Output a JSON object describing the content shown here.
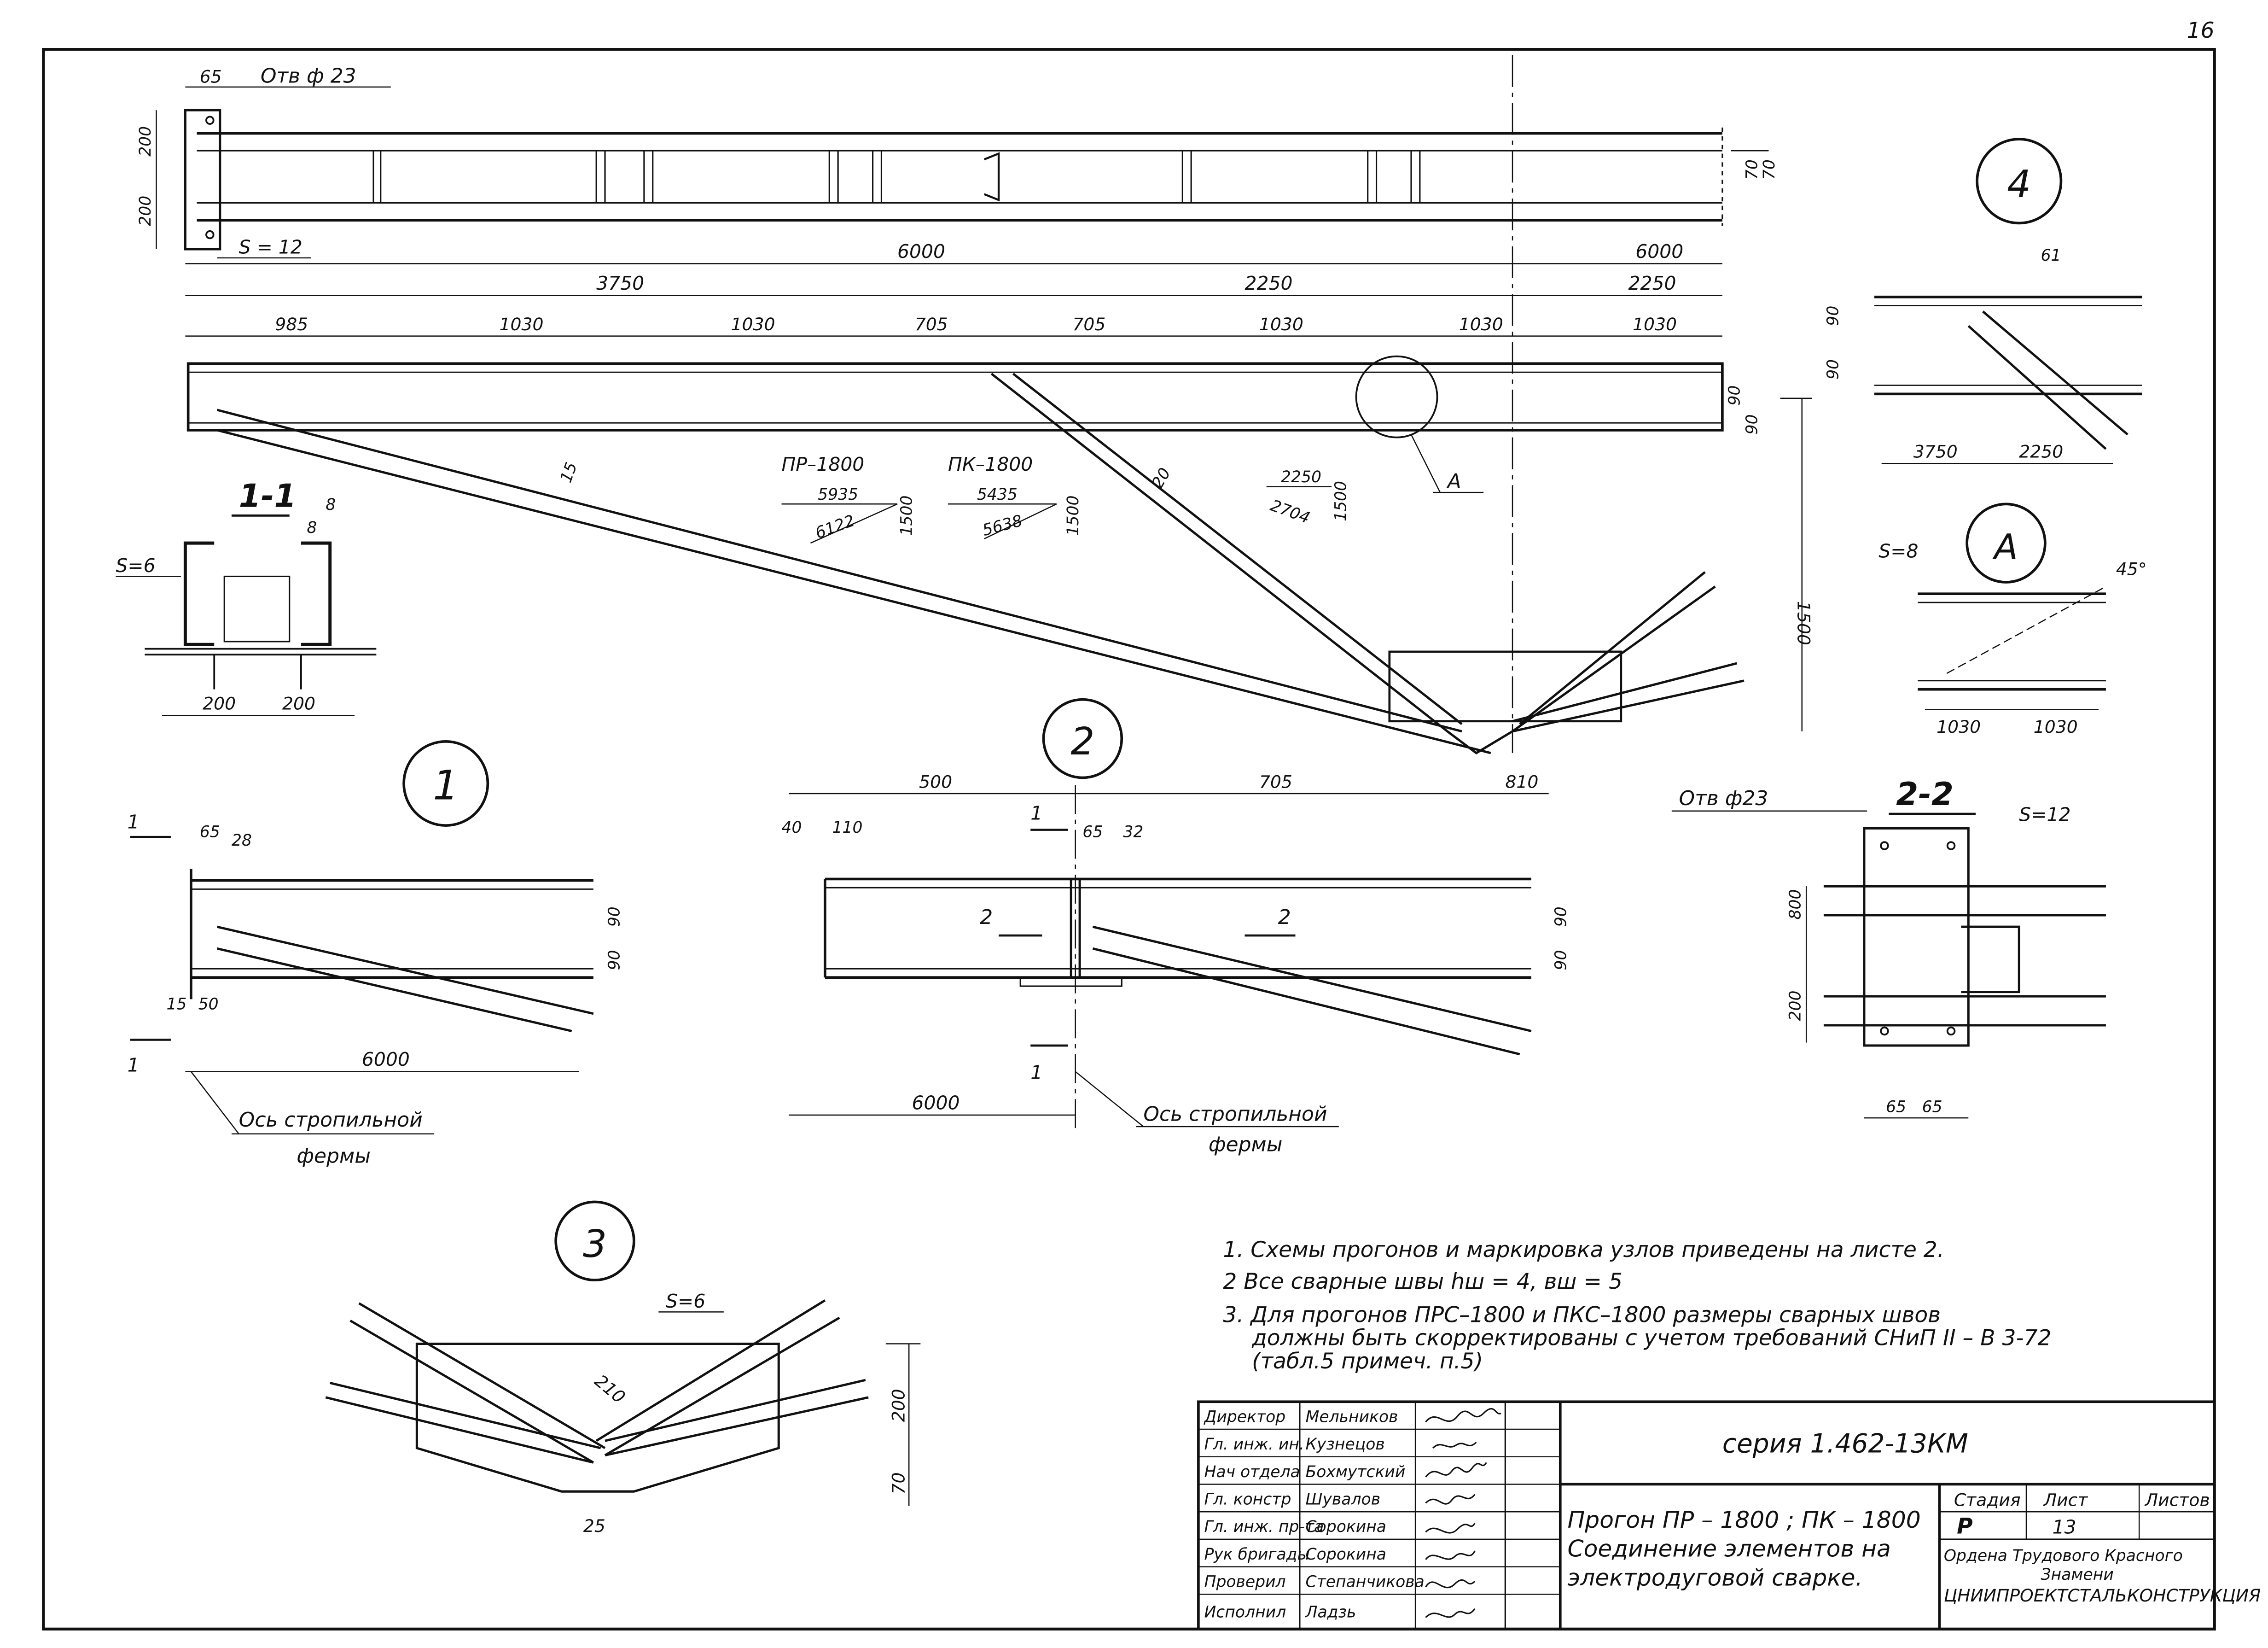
{
  "sheet": {
    "page_number": "16"
  },
  "top_view": {
    "hole_label": "Отв ф 23",
    "dim_65": "65",
    "dim_200a": "200",
    "dim_200b": "200",
    "dim_70a": "70",
    "dim_70b": "70",
    "plate_thickness": "S = 12",
    "span_left": "6000",
    "span_right": "6000"
  },
  "elevation": {
    "dim_3750": "3750",
    "dim_2250": "2250",
    "dim_2250b": "2250",
    "segments": [
      "985",
      "1030",
      "1030",
      "705",
      "705",
      "1030",
      "1030",
      "1030"
    ],
    "height_1500": "1500",
    "chord_90a": "90",
    "chord_90b": "90",
    "weld_15": "15",
    "weld_20": "20",
    "pr_label": "ПР–1800",
    "pr_top": "5935",
    "pr_bottom": "6122",
    "pr_side": "1500",
    "pk_label": "ПК–1800",
    "pk_top": "5435",
    "pk_bottom": "5638",
    "pk_side": "1500",
    "r_top": "2250",
    "r_bottom": "2704",
    "r_side": "1500",
    "callout_a": "А"
  },
  "section_1_1": {
    "title": "1-1",
    "thickness": "S=6",
    "weld_a": "8",
    "weld_b": "8",
    "dim_left": "200",
    "dim_right": "200"
  },
  "node_1": {
    "number": "1",
    "cut_top": "1",
    "cut_bottom": "1",
    "dim_65": "65",
    "dim_28": "28",
    "dim_90a": "90",
    "dim_90b": "90",
    "dim_15": "15",
    "dim_50": "50",
    "dim_6000": "6000",
    "axis_label_1": "Ось стропильной",
    "axis_label_2": "фермы"
  },
  "node_2": {
    "number": "2",
    "dim_500": "500",
    "dim_705": "705",
    "dim_810": "810",
    "dim_40": "40",
    "dim_110": "110",
    "dim_65": "65",
    "dim_32": "32",
    "cut_top": "1",
    "cut_bottom": "1",
    "cut_2a": "2",
    "cut_2b": "2",
    "dim_90a": "90",
    "dim_90b": "90",
    "dim_6000": "6000",
    "axis_label_1": "Ось стропильной",
    "axis_label_2": "фермы"
  },
  "node_3": {
    "number": "3",
    "thickness": "S=6",
    "dim_210": "210",
    "dim_200": "200",
    "dim_70": "70",
    "dim_25": "25"
  },
  "node_4": {
    "number": "4",
    "dim_61": "61",
    "dim_90a": "90",
    "dim_90b": "90",
    "dim_3750": "3750",
    "dim_2250": "2250"
  },
  "node_a": {
    "letter": "А",
    "thickness": "S=8",
    "angle": "45°",
    "dim_left": "1030",
    "dim_right": "1030"
  },
  "section_2_2": {
    "title": "2-2",
    "hole_label": "Отв ф23",
    "thickness": "S=12",
    "dim_800": "800",
    "dim_200": "200",
    "dim_65a": "65",
    "dim_65b": "65"
  },
  "notes": [
    "1. Схемы прогонов и маркировка узлов приведены на листе 2.",
    "2 Все сварные швы hш = 4, вш = 5",
    "3. Для прогонов ПРС–1800 и ПКС–1800 размеры сварных швов",
    "должны быть скорректированы с учетом требований СНиП II – В 3-72",
    "(табл.5 примеч. п.5)"
  ],
  "title_block": {
    "staff": [
      {
        "role": "Директор",
        "name": "Мельников"
      },
      {
        "role": "Гл. инж. ин.",
        "name": "Кузнецов"
      },
      {
        "role": "Нач отдела",
        "name": "Бохмутский"
      },
      {
        "role": "Гл. констр",
        "name": "Шувалов"
      },
      {
        "role": "Гл. инж. пр-та",
        "name": "Сорокина"
      },
      {
        "role": "Рук бригады",
        "name": "Сорокина"
      },
      {
        "role": "Проверил",
        "name": "Степанчикова"
      },
      {
        "role": "Исполнил",
        "name": "Ладзь"
      }
    ],
    "series": "серия 1.462-13КМ",
    "title_line1": "Прогон ПР – 1800 ; ПК – 1800",
    "title_line2": "Соединение элементов на",
    "title_line3": "электродуговой сварке.",
    "stage_header": "Стадия",
    "sheet_header": "Лист",
    "sheets_header": "Листов",
    "stage_value": "Р",
    "sheet_value": "13",
    "org_line1": "Ордена Трудового Красного",
    "org_line2": "Знамени",
    "org_line3": "ЦНИИПРОЕКТСТАЛЬКОНСТРУКЦИЯ"
  }
}
